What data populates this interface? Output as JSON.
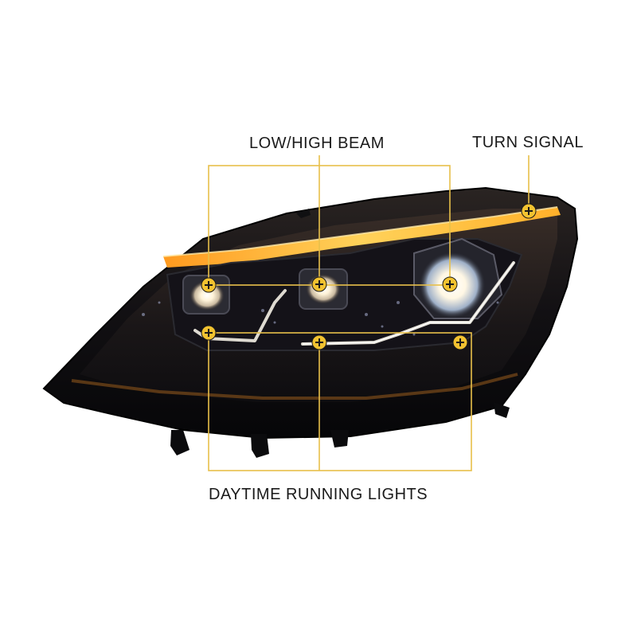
{
  "callouts": {
    "low_high_beam": "LOW/HIGH BEAM",
    "turn_signal": "TURN SIGNAL",
    "daytime_running_lights": "DAYTIME RUNNING LIGHTS"
  },
  "colors": {
    "callout_line": "#e8c04a",
    "marker_fill": "#f2c230",
    "marker_cross": "#1a1a1a",
    "housing": "#0d0d10",
    "lens_tint": "#2a2320",
    "amber_strip": "#ffb52e",
    "drl_white": "#f4f1e6"
  },
  "icons": {
    "marker": "plus-in-circle-icon"
  }
}
